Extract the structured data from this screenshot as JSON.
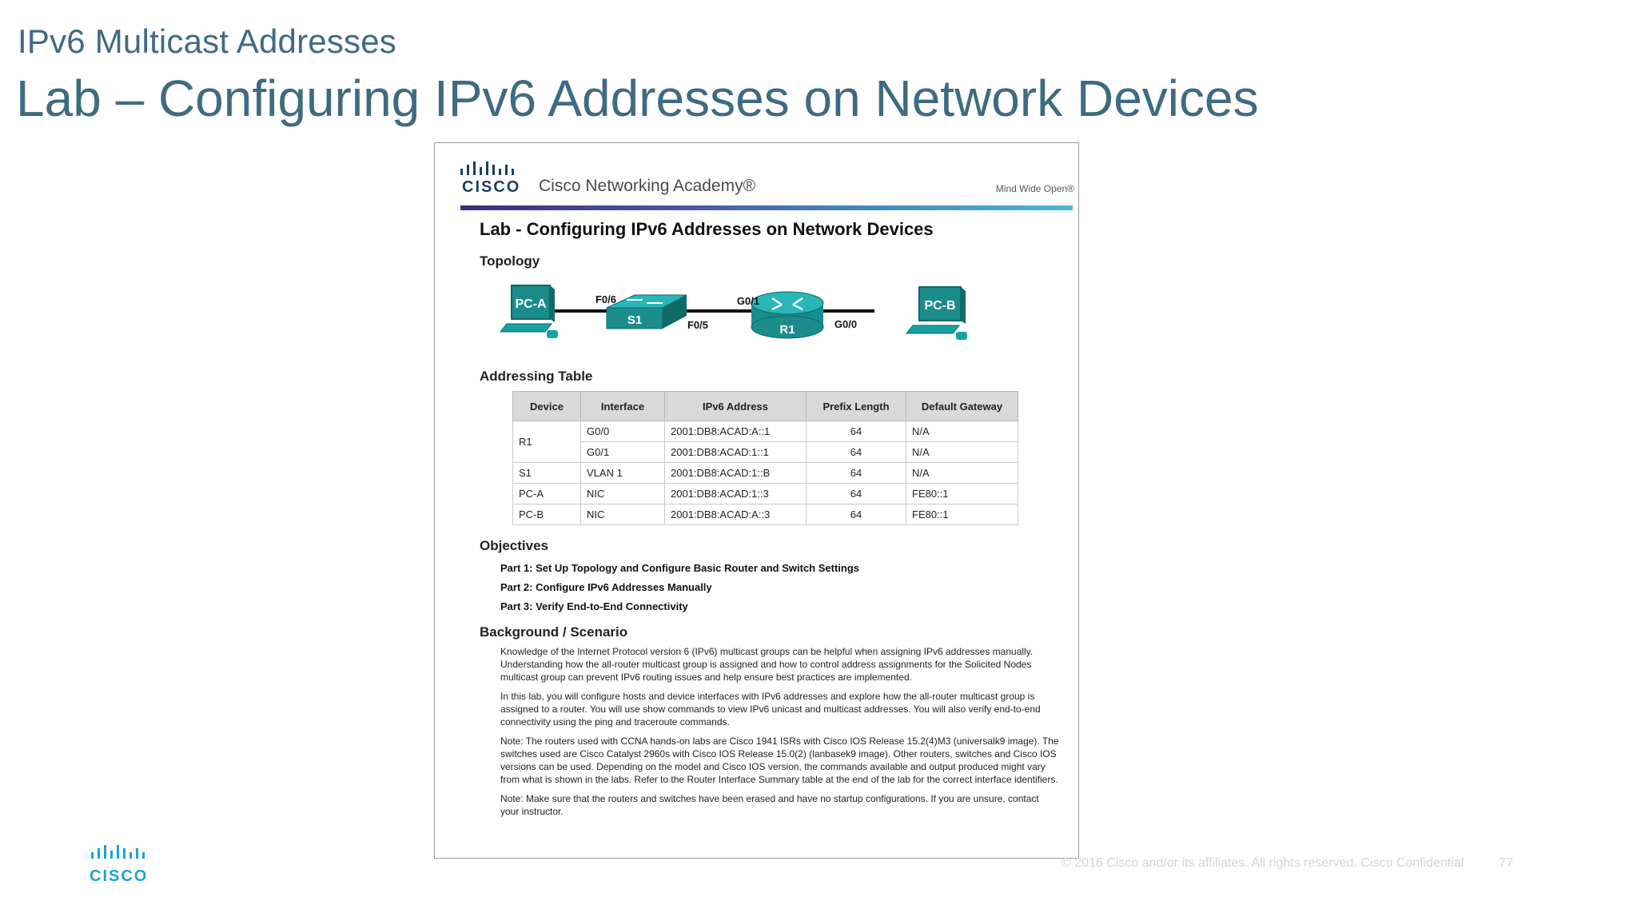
{
  "slide": {
    "subtitle": "IPv6 Multicast Addresses",
    "title": "Lab – Configuring IPv6 Addresses on Network Devices"
  },
  "document": {
    "brand_word": "CISCO",
    "academy": "Cisco Networking Academy®",
    "tagline": "Mind Wide Open®",
    "title": "Lab - Configuring IPv6 Addresses on Network Devices",
    "topology_heading": "Topology",
    "topology": {
      "pc_a": "PC-A",
      "s1": "S1",
      "r1": "R1",
      "pc_b": "PC-B",
      "f06": "F0/6",
      "f05": "F0/5",
      "g01": "G0/1",
      "g00": "G0/0"
    },
    "addressing_heading": "Addressing Table",
    "table": {
      "headers": [
        "Device",
        "Interface",
        "IPv6 Address",
        "Prefix Length",
        "Default Gateway"
      ],
      "rows": [
        {
          "device": "R1",
          "interface": "G0/0",
          "ip": "2001:DB8:ACAD:A::1",
          "prefix": "64",
          "gateway": "N/A"
        },
        {
          "device": "",
          "interface": "G0/1",
          "ip": "2001:DB8:ACAD:1::1",
          "prefix": "64",
          "gateway": "N/A"
        },
        {
          "device": "S1",
          "interface": "VLAN 1",
          "ip": "2001:DB8:ACAD:1::B",
          "prefix": "64",
          "gateway": "N/A"
        },
        {
          "device": "PC-A",
          "interface": "NIC",
          "ip": "2001:DB8:ACAD:1::3",
          "prefix": "64",
          "gateway": "FE80::1"
        },
        {
          "device": "PC-B",
          "interface": "NIC",
          "ip": "2001:DB8:ACAD:A::3",
          "prefix": "64",
          "gateway": "FE80::1"
        }
      ]
    },
    "objectives_heading": "Objectives",
    "objectives": [
      "Part 1: Set Up Topology and Configure Basic Router and Switch Settings",
      "Part 2: Configure IPv6 Addresses Manually",
      "Part 3: Verify End-to-End Connectivity"
    ],
    "background_heading": "Background / Scenario",
    "background": [
      "Knowledge of the Internet Protocol version 6 (IPv6) multicast groups can be helpful when assigning IPv6 addresses manually. Understanding how the all-router multicast group is assigned and how to control address assignments for the Solicited Nodes multicast group can prevent IPv6 routing issues and help ensure best practices are implemented.",
      "In this lab, you will configure hosts and device interfaces with IPv6 addresses and explore how the all-router multicast group is assigned to a router. You will use show commands to view IPv6 unicast and multicast addresses. You will also verify end-to-end connectivity using the ping and traceroute commands.",
      "Note: The routers used with CCNA hands-on labs are Cisco 1941 ISRs with Cisco IOS Release 15.2(4)M3 (universalk9 image). The switches used are Cisco Catalyst 2960s with Cisco IOS Release 15.0(2) (lanbasek9 image). Other routers, switches and Cisco IOS versions can be used. Depending on the model and Cisco IOS version, the commands available and output produced might vary from what is shown in the labs. Refer to the Router Interface Summary table at the end of the lab for the correct interface identifiers.",
      "Note: Make sure that the routers and switches have been erased and have no startup configurations. If you are unsure, contact your instructor."
    ]
  },
  "footer": {
    "logo_word": "CISCO",
    "copyright": "© 2016  Cisco and/or its affiliates. All rights reserved.   Cisco Confidential",
    "page": "77"
  }
}
